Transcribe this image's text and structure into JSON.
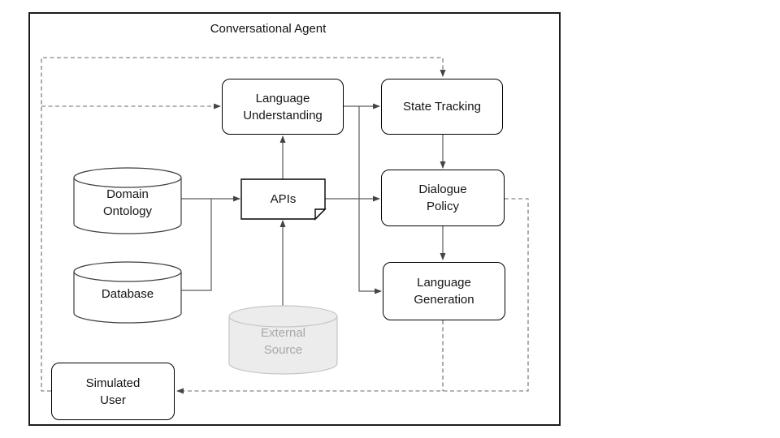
{
  "title": "Conversational Agent",
  "nodes": {
    "language_understanding": {
      "line1": "Language",
      "line2": "Understanding"
    },
    "state_tracking": {
      "line1": "State Tracking"
    },
    "dialogue_policy": {
      "line1": "Dialogue",
      "line2": "Policy"
    },
    "language_generation": {
      "line1": "Language",
      "line2": "Generation"
    },
    "apis": {
      "line1": "APIs"
    },
    "domain_ontology": {
      "line1": "Domain",
      "line2": "Ontology"
    },
    "database": {
      "line1": "Database"
    },
    "external_source": {
      "line1": "External",
      "line2": "Source"
    },
    "simulated_user": {
      "line1": "Simulated",
      "line2": "User"
    }
  },
  "colors": {
    "frame_stroke": "#1c1c1c",
    "box_stroke": "#000000",
    "solid_connector": "#5b5b5b",
    "dashed_connector": "#6a6a6a",
    "arrowhead": "#444444",
    "cylinder_stroke": "#3d3d3d",
    "muted_fill": "#ececec",
    "muted_stroke": "#c6c6c6",
    "muted_text": "#a8a8a8"
  }
}
